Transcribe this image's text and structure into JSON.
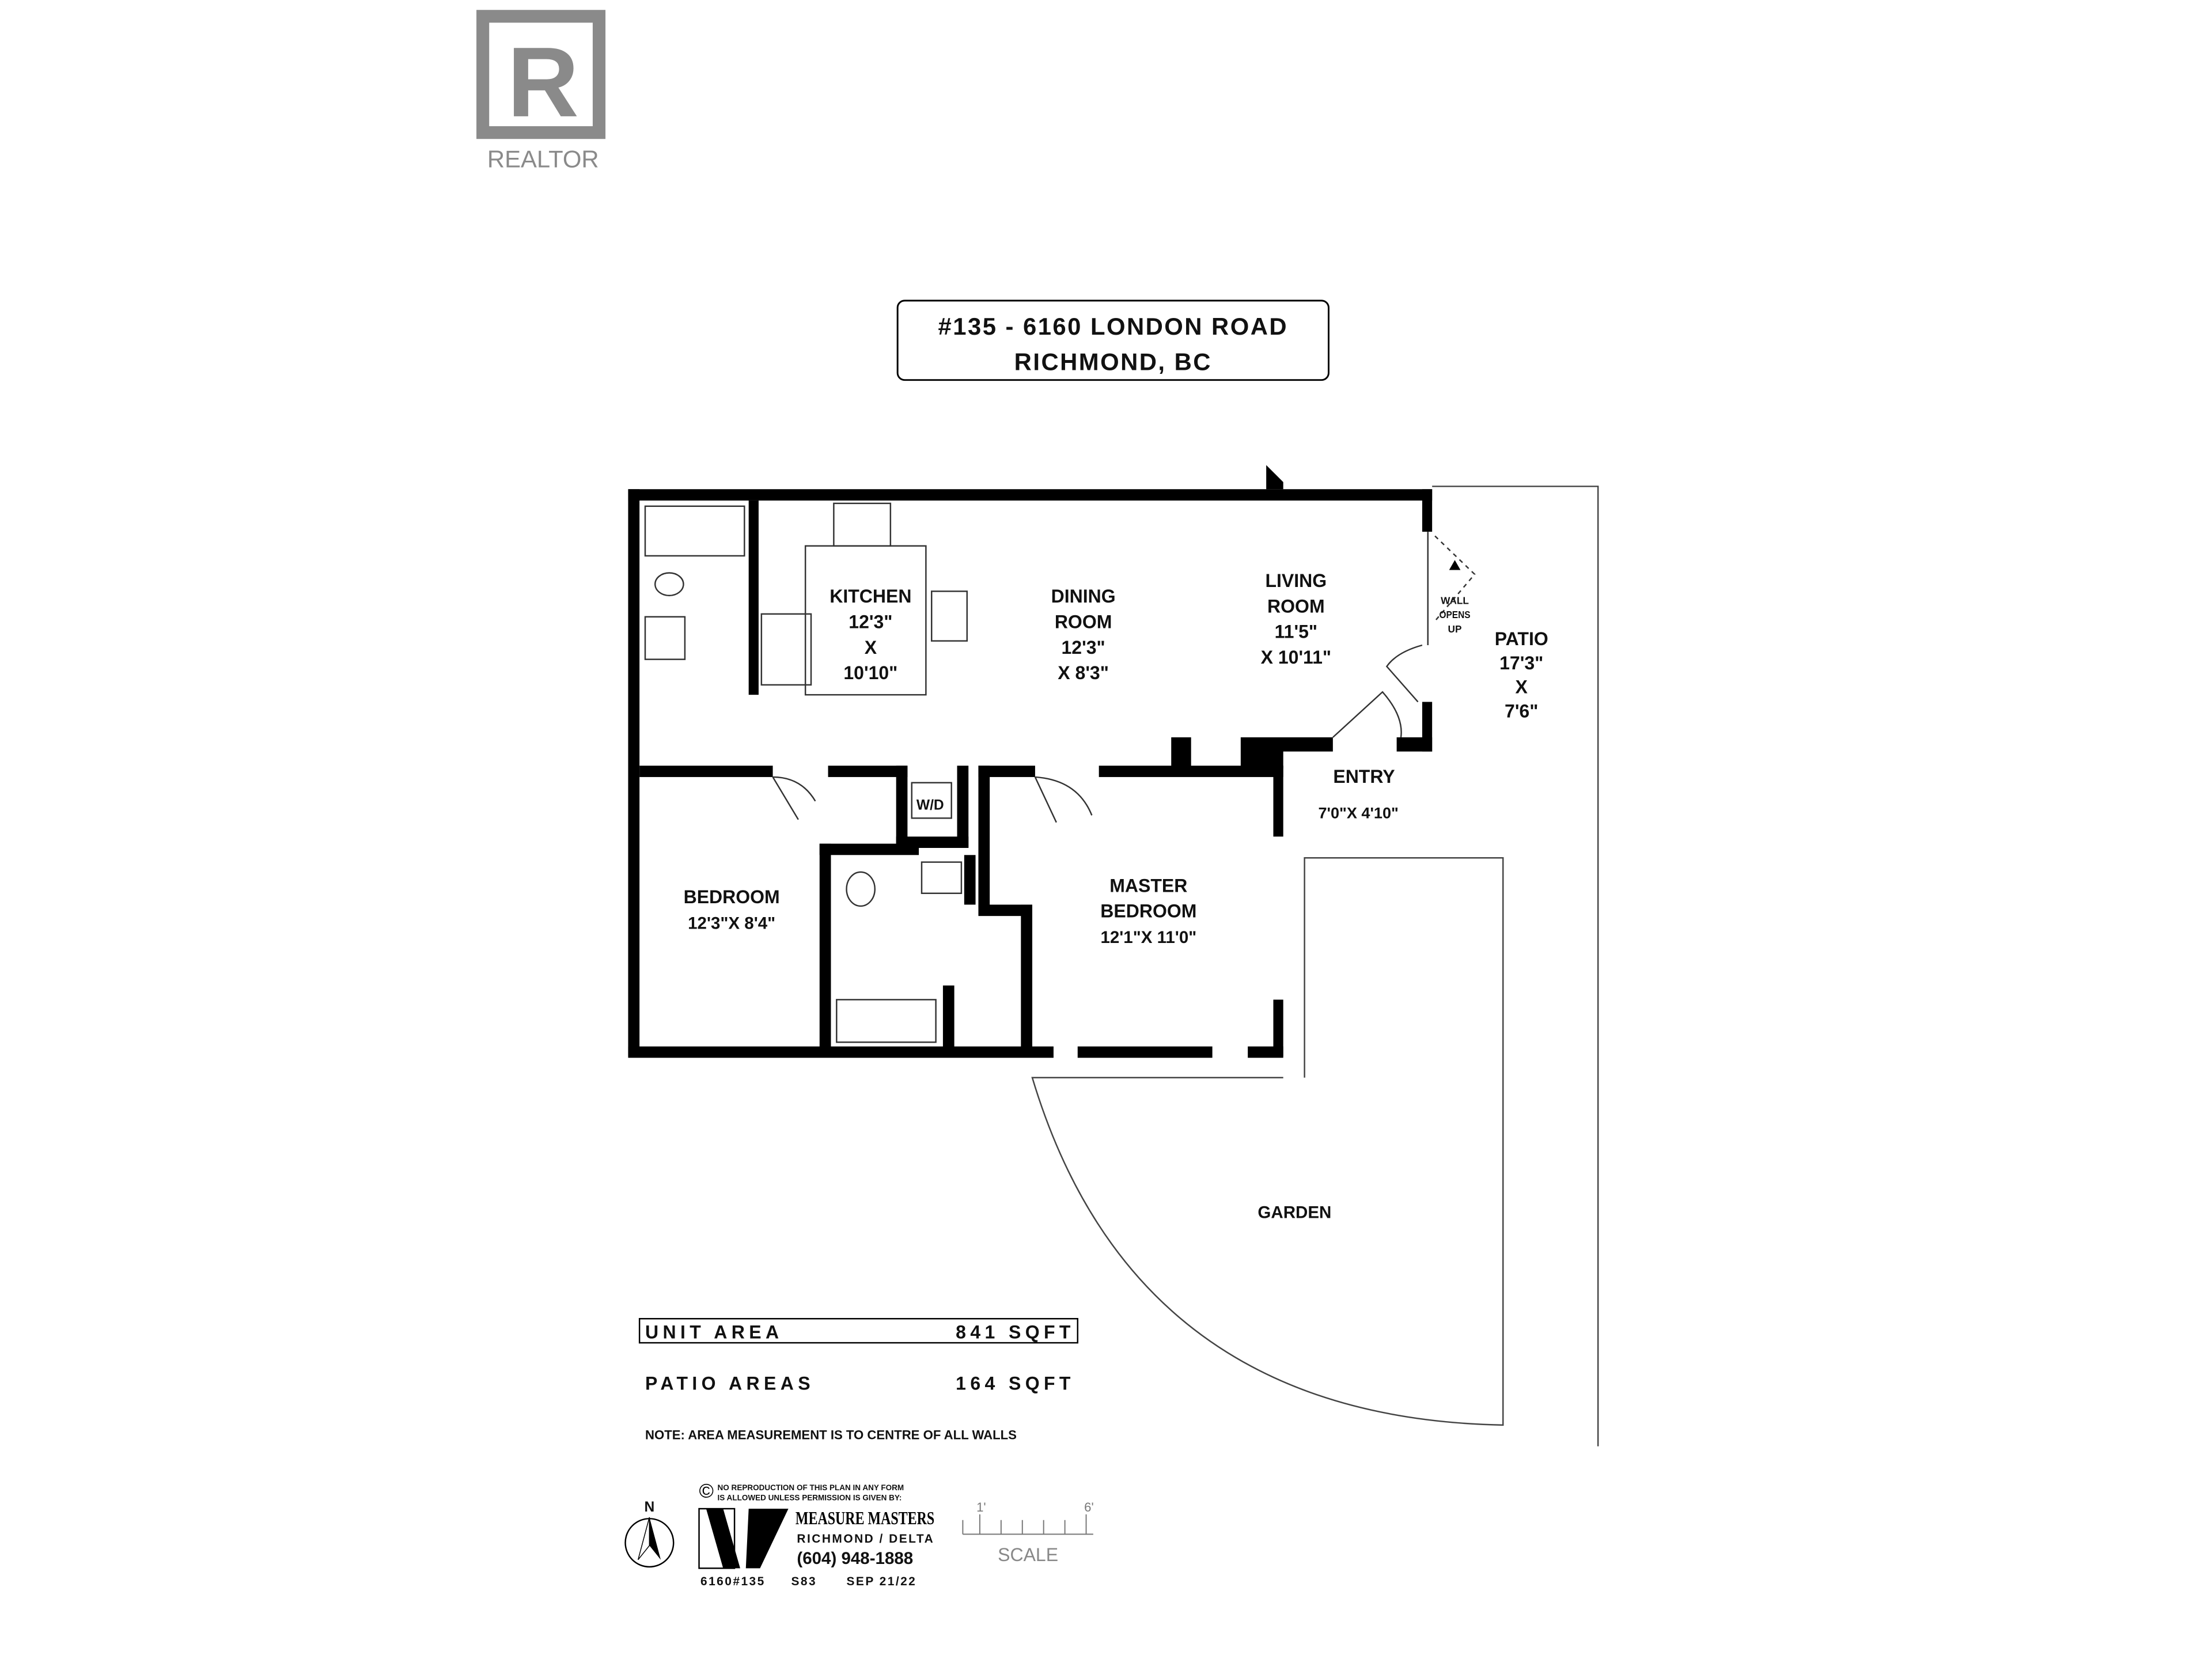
{
  "logo": {
    "text": "REALTOR",
    "mark": "R",
    "color": "#8a8a8a"
  },
  "title": {
    "line1": "#135 - 6160 LONDON ROAD",
    "line2": "RICHMOND, BC"
  },
  "rooms": {
    "kitchen": {
      "name": "KITCHEN",
      "dim1": "12'3\"",
      "x": "X",
      "dim2": "10'10\""
    },
    "dining": {
      "name1": "DINING",
      "name2": "ROOM",
      "dim1": "12'3\"",
      "dim2": "X 8'3\""
    },
    "living": {
      "name1": "LIVING",
      "name2": "ROOM",
      "dim1": "11'5\"",
      "dim2": "X 10'11\""
    },
    "patio": {
      "name": "PATIO",
      "dim1": "17'3\"",
      "x": "X",
      "dim2": "7'6\""
    },
    "wall_note": [
      "WALL",
      "OPENS",
      "UP"
    ],
    "entry": {
      "name": "ENTRY",
      "dim": "7'0\"X 4'10\""
    },
    "wd": "W/D",
    "bedroom": {
      "name": "BEDROOM",
      "dim": "12'3\"X 8'4\""
    },
    "master": {
      "name1": "MASTER",
      "name2": "BEDROOM",
      "dim": "12'1\"X 11'0\""
    },
    "garden": "GARDEN"
  },
  "areas": {
    "unit_label": "UNIT AREA",
    "unit_value": "841 SQFT",
    "patio_label": "PATIO AREAS",
    "patio_value": "164 SQFT",
    "note": "NOTE: AREA MEASUREMENT IS TO CENTRE OF ALL WALLS"
  },
  "footer": {
    "north": "N",
    "copyright_line1": "NO REPRODUCTION OF THIS PLAN IN ANY FORM",
    "copyright_line2": "IS ALLOWED UNLESS PERMISSION IS GIVEN BY:",
    "company": "MEASURE MASTERS",
    "location": "RICHMOND / DELTA",
    "phone": "(604) 948-1888",
    "ref": "6160#135",
    "code": "S83",
    "date": "SEP 21/22",
    "scale_start": "1'",
    "scale_end": "6'",
    "scale_label": "SCALE"
  }
}
